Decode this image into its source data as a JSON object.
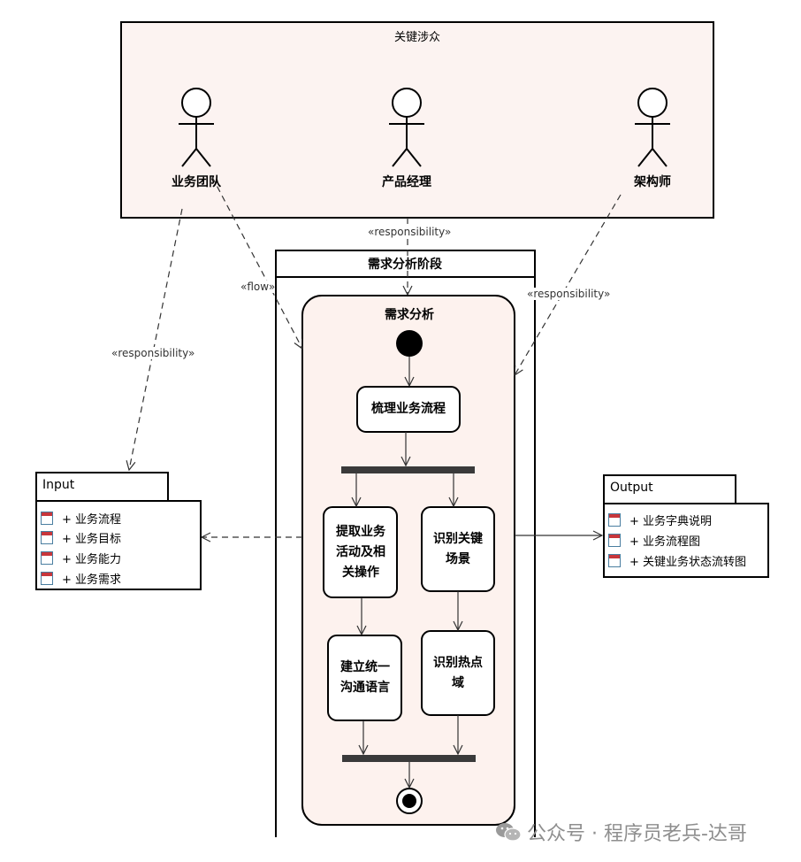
{
  "stakeholders": {
    "title": "关键涉众",
    "actors": [
      {
        "id": "business-team",
        "label": "业务团队"
      },
      {
        "id": "product-manager",
        "label": "产品经理"
      },
      {
        "id": "architect",
        "label": "架构师"
      }
    ]
  },
  "phase": {
    "title": "需求分析阶段",
    "activity_title": "需求分析"
  },
  "activities": {
    "sort_flow": "梳理业务流程",
    "extract": "提取业务活动及相关操作",
    "identify_scenario": "识别关键场景",
    "build_language": "建立统一沟通语言",
    "identify_hotspot": "识别热点域"
  },
  "relations": {
    "responsibility_label": "«responsibility»",
    "flow_label": "«flow»"
  },
  "input": {
    "title": "Input",
    "items": [
      "+ 业务流程",
      "+ 业务目标",
      "+ 业务能力",
      "+ 业务需求"
    ]
  },
  "output": {
    "title": "Output",
    "items": [
      "+ 业务字典说明",
      "+ 业务流程图",
      "+ 关键业务状态流转图"
    ]
  },
  "watermark": {
    "text": "公众号 · 程序员老兵-达哥",
    "icon": "wechat-icon"
  },
  "colors": {
    "stakeholder_fill": "#fcf3f1",
    "activity_fill": "#fdf2ee"
  }
}
